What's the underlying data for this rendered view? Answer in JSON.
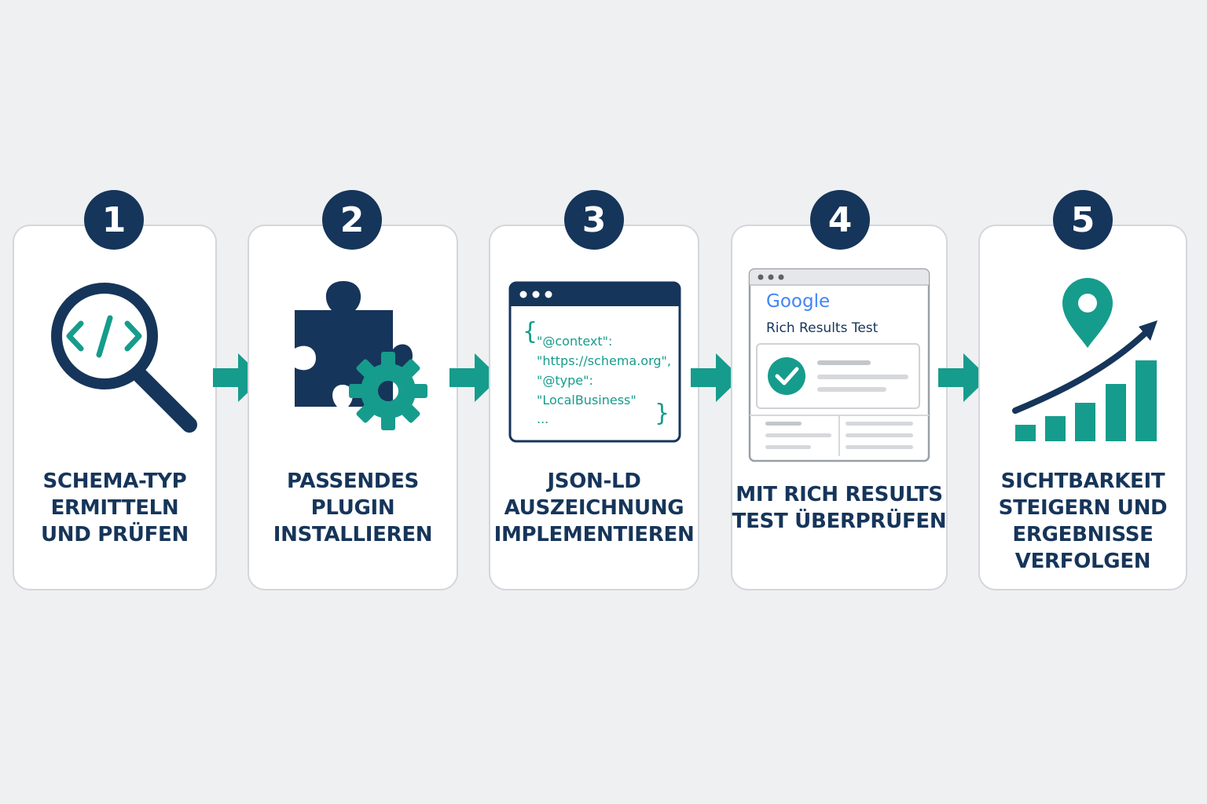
{
  "colors": {
    "navy": "#16355a",
    "teal": "#169c8c",
    "background": "#eff0f2",
    "card_border": "#d4d6da"
  },
  "steps": [
    {
      "number": "1",
      "icon": "magnifier-code-icon",
      "label_lines": [
        "SCHEMA-TYP",
        "ERMITTELN",
        "UND PRÜFEN"
      ]
    },
    {
      "number": "2",
      "icon": "puzzle-gear-icon",
      "label_lines": [
        "PASSENDES",
        "PLUGIN",
        "INSTALLIEREN"
      ]
    },
    {
      "number": "3",
      "icon": "code-window-icon",
      "code": {
        "open_brace": "{",
        "close_brace": "}",
        "lines": [
          "\"@context\":",
          "\"https://schema.org\",",
          "\"@type\":",
          "\"LocalBusiness\"",
          "..."
        ]
      },
      "label_lines": [
        "JSON-LD",
        "AUSZEICHNUNG",
        "IMPLEMENTIEREN"
      ]
    },
    {
      "number": "4",
      "icon": "browser-check-icon",
      "browser": {
        "logo": "Google",
        "title": "Rich Results Test"
      },
      "label_lines": [
        "MIT RICH RESULTS",
        "TEST ÜBERPRÜFEN"
      ]
    },
    {
      "number": "5",
      "icon": "growth-chart-pin-icon",
      "label_lines": [
        "SICHTBARKEIT",
        "STEIGERN UND",
        "ERGEBNISSE",
        "VERFOLGEN"
      ]
    }
  ],
  "arrows": [
    "arrow-right-icon",
    "arrow-right-icon",
    "arrow-right-icon",
    "arrow-right-icon"
  ]
}
